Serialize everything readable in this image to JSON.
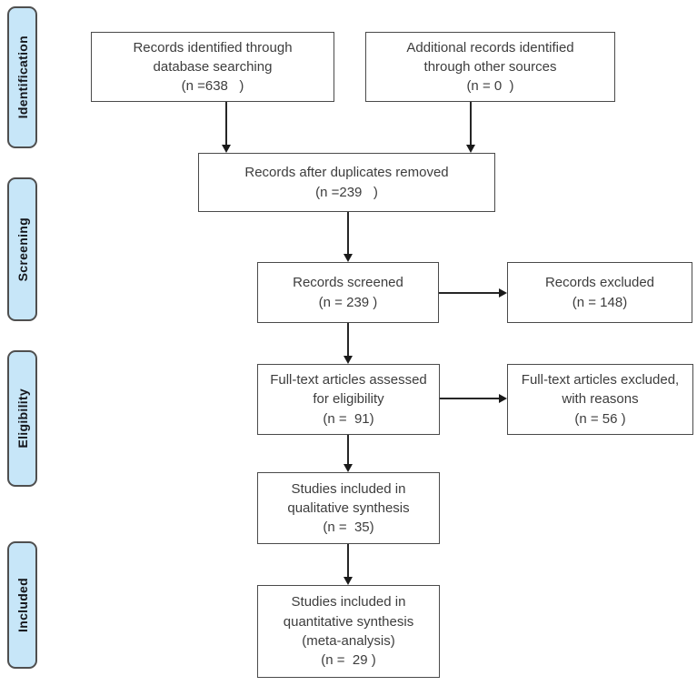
{
  "diagram_type": "prisma-flow-diagram",
  "sidebar": {
    "stages": [
      {
        "id": "identification",
        "label": "Identification"
      },
      {
        "id": "screening",
        "label": "Screening"
      },
      {
        "id": "eligibility",
        "label": "Eligibility"
      },
      {
        "id": "included",
        "label": "Included"
      }
    ]
  },
  "flow": {
    "boxes": [
      {
        "id": "records-identified",
        "text": "Records identified through\ndatabase searching\n(n =638   )"
      },
      {
        "id": "additional-records",
        "text": "Additional records identified\nthrough other sources\n(n = 0  )"
      },
      {
        "id": "duplicates-removed",
        "text": "Records after duplicates removed\n(n =239   )"
      },
      {
        "id": "records-screened",
        "text": "Records screened\n(n = 239 )"
      },
      {
        "id": "records-excluded",
        "text": "Records excluded\n(n = 148)"
      },
      {
        "id": "fulltext-assessed",
        "text": "Full-text articles assessed\nfor eligibility\n(n =  91)"
      },
      {
        "id": "fulltext-excluded",
        "text": "Full-text articles excluded,\nwith reasons\n(n = 56 )"
      },
      {
        "id": "qualitative-synthesis",
        "text": "Studies included in\nqualitative synthesis\n(n =  35)"
      },
      {
        "id": "quantitative-synthesis",
        "text": "Studies included in\nquantitative synthesis\n(meta-analysis)\n(n =  29 )"
      }
    ]
  },
  "counts": {
    "identified_database": 638,
    "identified_other_sources": 0,
    "after_duplicates_removed": 239,
    "screened": 239,
    "excluded": 148,
    "fulltext_assessed": 91,
    "fulltext_excluded_with_reasons": 56,
    "qualitative_synthesis": 35,
    "quantitative_synthesis": 29
  },
  "colors": {
    "stage_fill": "#c7e6f8",
    "stage_border": "#4f4f4f",
    "box_border": "#4a4a4a",
    "text": "#3d3d3d",
    "arrow": "#1a1a1a",
    "background": "#ffffff"
  }
}
